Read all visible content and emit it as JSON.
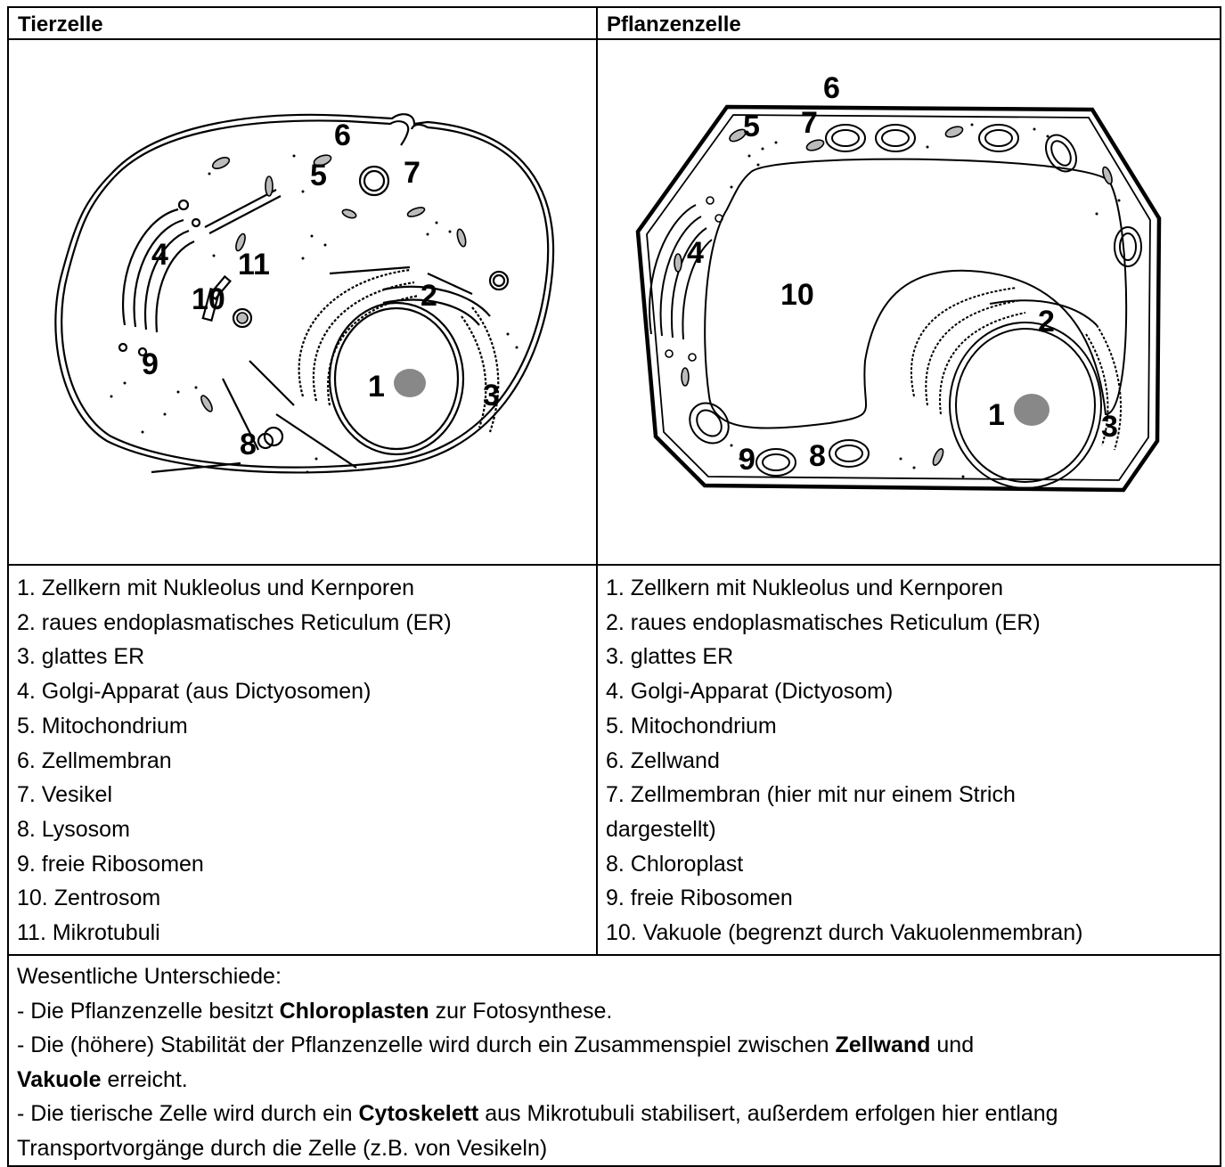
{
  "headers": {
    "animal": "Tierzelle",
    "plant": "Pflanzenzelle"
  },
  "diagram_labels": {
    "animal": [
      "1",
      "2",
      "3",
      "4",
      "5",
      "6",
      "7",
      "8",
      "9",
      "10",
      "11"
    ],
    "plant": [
      "1",
      "2",
      "3",
      "4",
      "5",
      "6",
      "7",
      "8",
      "9",
      "10"
    ]
  },
  "animal_legend": [
    "1. Zellkern mit Nukleolus und Kernporen",
    "2. raues endoplasmatisches Reticulum (ER)",
    "3. glattes ER",
    "4. Golgi-Apparat (aus Dictyosomen)",
    "5. Mitochondrium",
    "6. Zellmembran",
    "7. Vesikel",
    "8. Lysosom",
    "9. freie Ribosomen",
    "10. Zentrosom",
    "11. Mikrotubuli"
  ],
  "plant_legend": [
    "1. Zellkern mit Nukleolus und Kernporen",
    "2. raues endoplasmatisches Reticulum (ER)",
    "3. glattes ER",
    "4. Golgi-Apparat (Dictyosom)",
    "5. Mitochondrium",
    "6. Zellwand",
    "7. Zellmembran (hier mit nur einem Strich dargestellt)",
    "8. Chloroplast",
    "9. freie Ribosomen",
    "10. Vakuole (begrenzt durch Vakuolenmembran)"
  ],
  "differences": {
    "heading": "Wesentliche Unterschiede:",
    "line1": {
      "pre": "- Die Pflanzenzelle besitzt ",
      "bold": "Chloroplasten",
      "post": " zur Fotosynthese."
    },
    "line2": {
      "pre": "- Die (höhere) Stabilität der Pflanzenzelle wird durch ein Zusammenspiel zwischen ",
      "bold1": "Zellwand",
      "mid": " und ",
      "bold2": "Vakuole",
      "post": " erreicht."
    },
    "line3": {
      "pre": "- Die tierische Zelle wird durch ein ",
      "bold": "Cytoskelett",
      "post": " aus Mikrotubuli stabilisert, außerdem erfolgen hier entlang Transportvorgänge durch die Zelle (z.B. von Vesikeln)"
    }
  },
  "colors": {
    "line": "#000000",
    "organelle_fill": "#bbbbbb",
    "nucleolus": "#888888"
  }
}
